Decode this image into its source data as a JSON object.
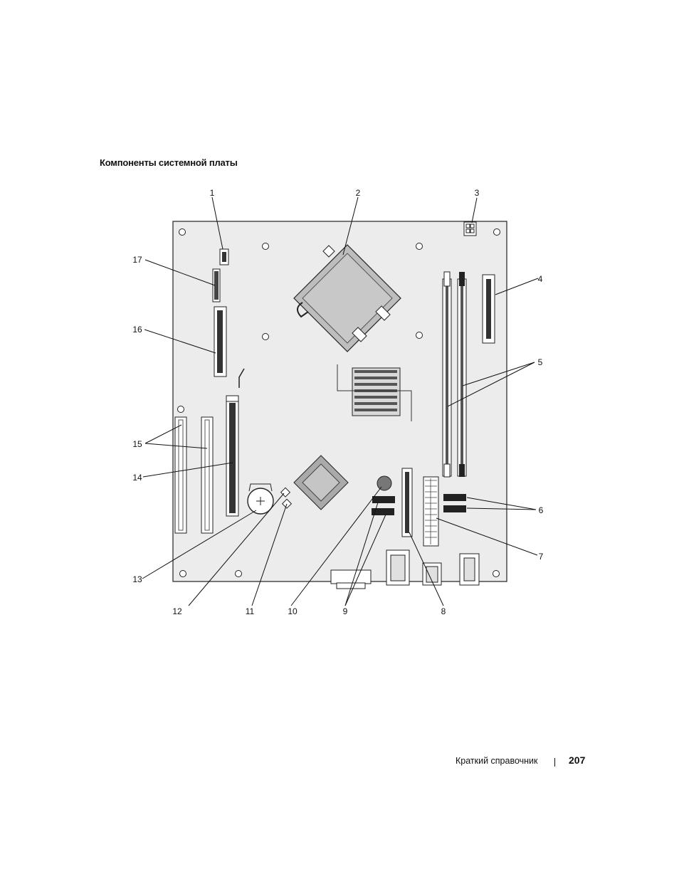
{
  "section_title": "Компоненты системной платы",
  "callouts": [
    "1",
    "2",
    "3",
    "4",
    "5",
    "6",
    "7",
    "8",
    "9",
    "10",
    "11",
    "12",
    "13",
    "14",
    "15",
    "16",
    "17"
  ],
  "footer": {
    "book_title": "Краткий справочник",
    "page_number": "207"
  }
}
